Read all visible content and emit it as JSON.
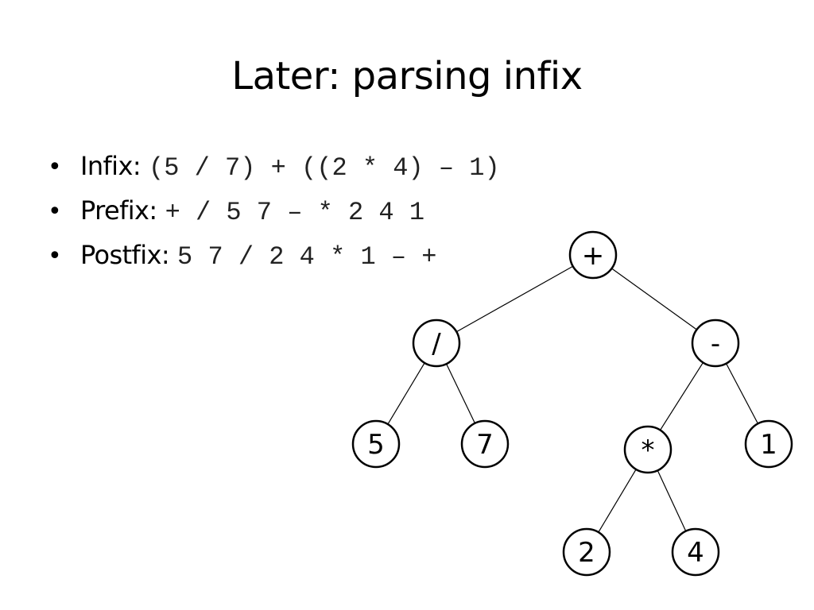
{
  "slide": {
    "title": "Later: parsing infix"
  },
  "bullets": [
    {
      "marker": "•",
      "label": "Infix:",
      "expression": "(5 / 7) + ((2 * 4) – 1)"
    },
    {
      "marker": "•",
      "label": "Prefix:",
      "expression": "+ / 5 7 – * 2 4 1"
    },
    {
      "marker": "•",
      "label": "Postfix:",
      "expression": "5 7 / 2 4 * 1 – +"
    }
  ],
  "tree": {
    "nodes": [
      {
        "id": "plus",
        "label": "+"
      },
      {
        "id": "div",
        "label": "/"
      },
      {
        "id": "minus",
        "label": "-"
      },
      {
        "id": "five",
        "label": "5"
      },
      {
        "id": "seven",
        "label": "7"
      },
      {
        "id": "mul",
        "label": "*"
      },
      {
        "id": "one",
        "label": "1"
      },
      {
        "id": "two",
        "label": "2"
      },
      {
        "id": "four",
        "label": "4"
      }
    ],
    "edges": [
      [
        "plus",
        "div"
      ],
      [
        "plus",
        "minus"
      ],
      [
        "div",
        "five"
      ],
      [
        "div",
        "seven"
      ],
      [
        "minus",
        "mul"
      ],
      [
        "minus",
        "one"
      ],
      [
        "mul",
        "two"
      ],
      [
        "mul",
        "four"
      ]
    ]
  }
}
